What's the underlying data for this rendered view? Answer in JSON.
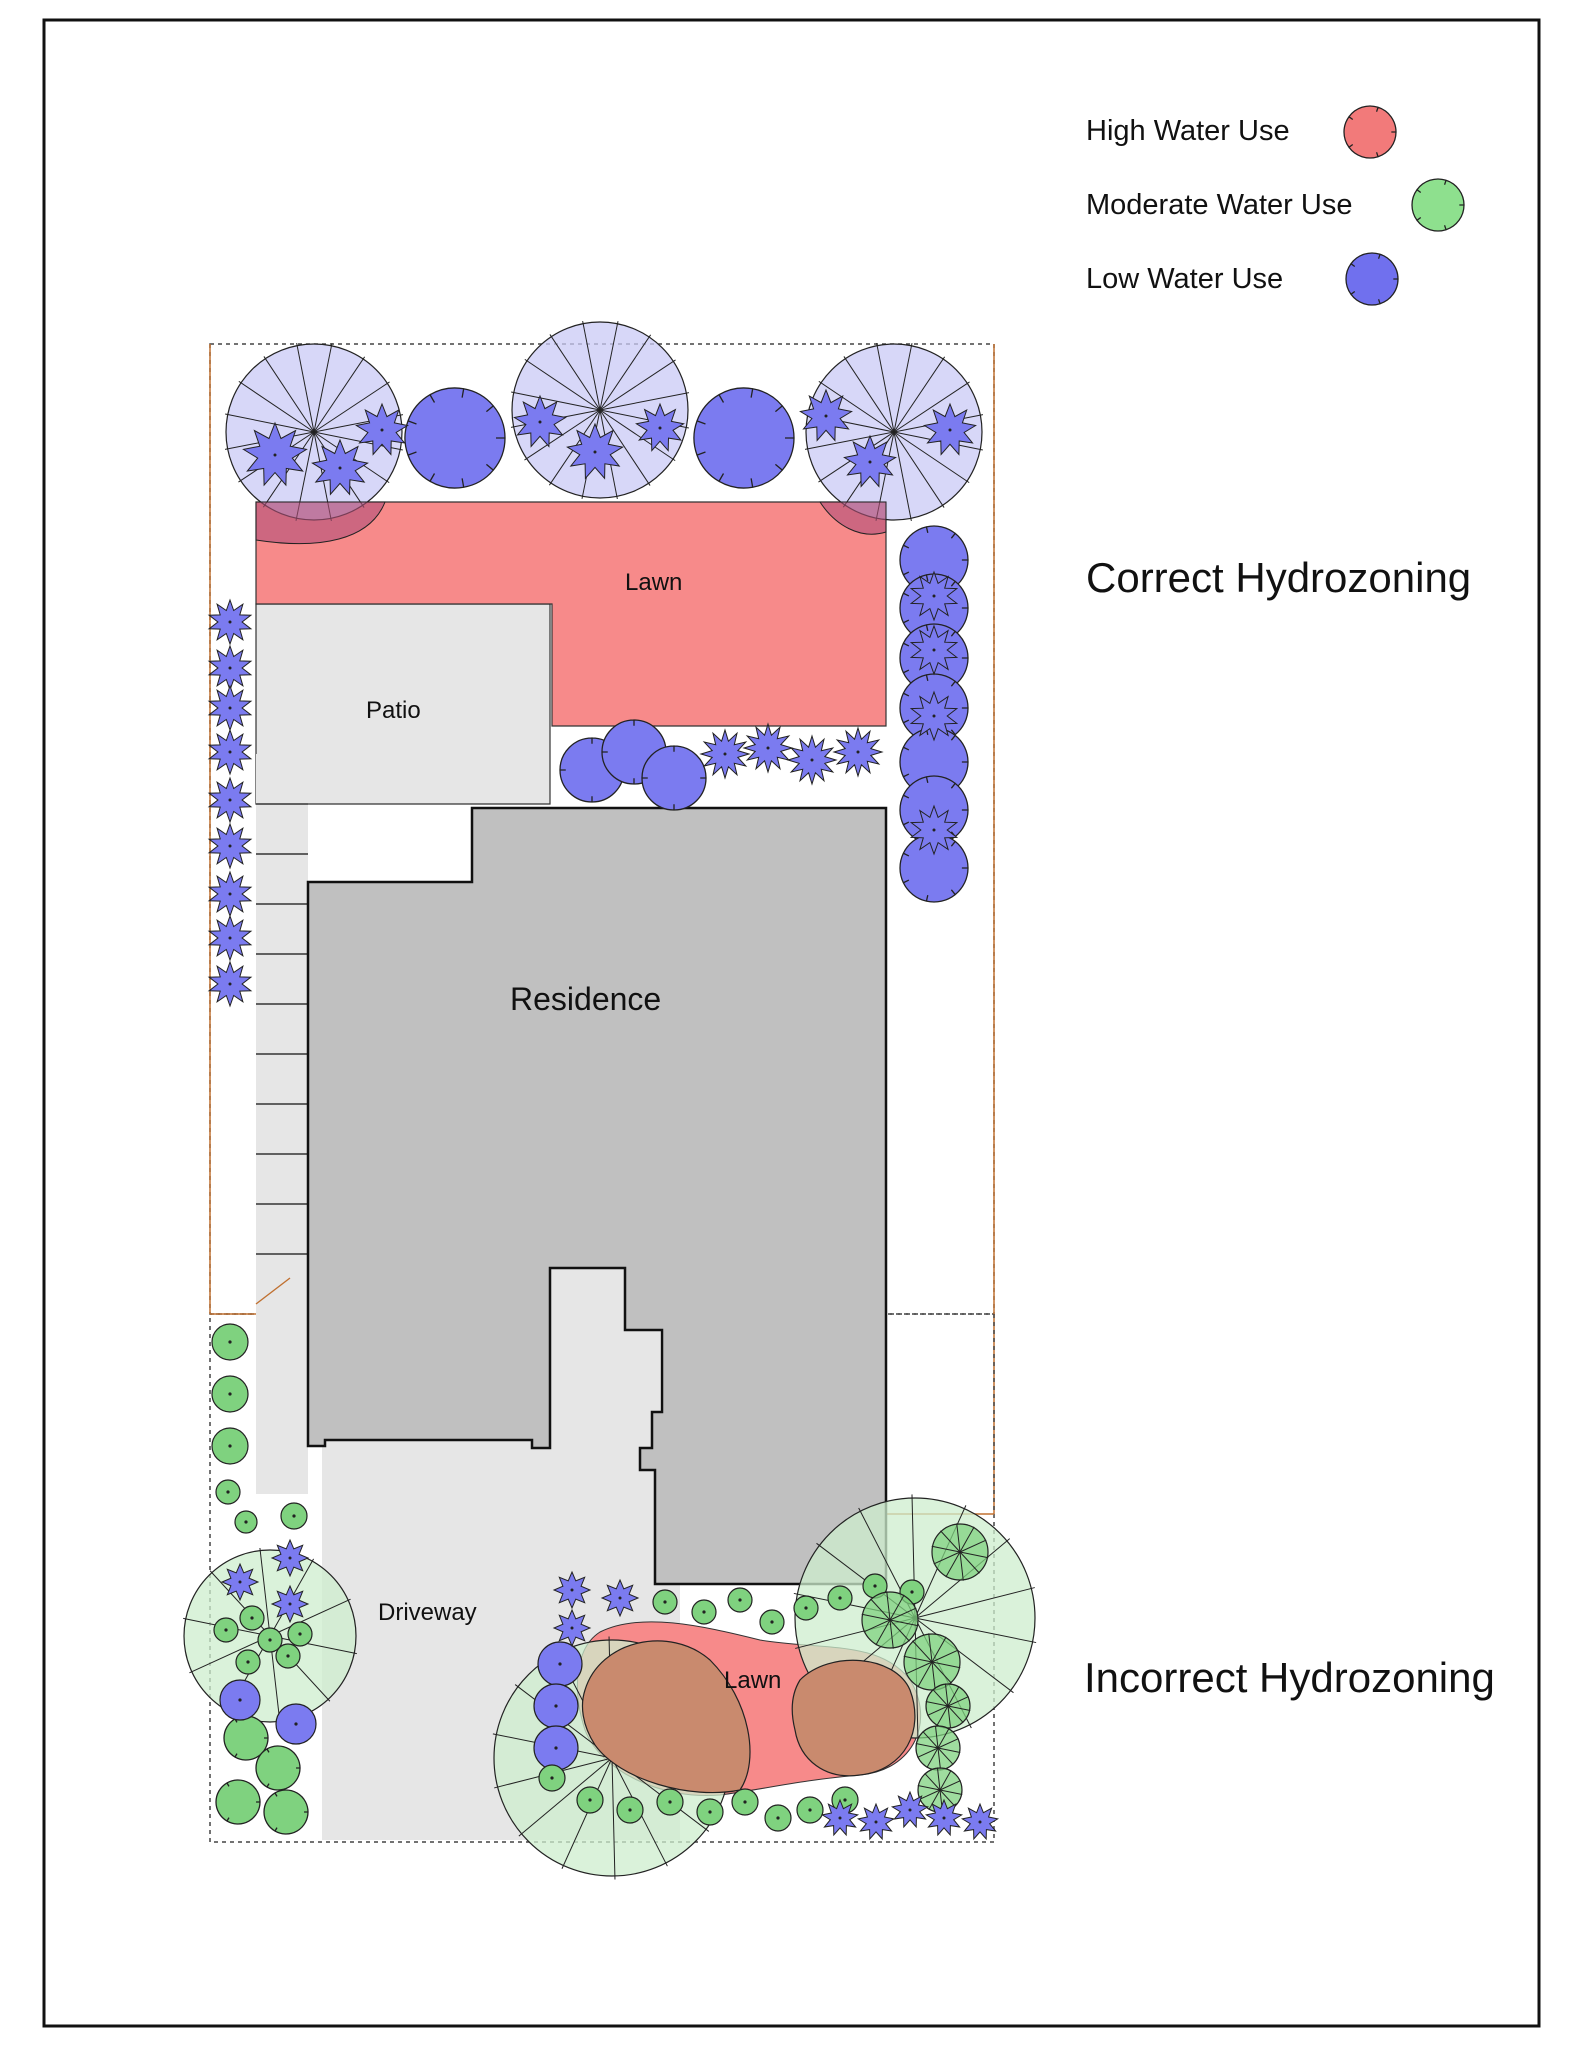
{
  "legend": {
    "items": [
      {
        "label": "High Water Use",
        "color": "#f27a7a"
      },
      {
        "label": "Moderate Water Use",
        "color": "#8ee08e"
      },
      {
        "label": "Low Water Use",
        "color": "#7070ee"
      }
    ]
  },
  "sections": {
    "correct": "Correct Hydrozoning",
    "incorrect": "Incorrect Hydrozoning"
  },
  "areas": {
    "lawn_top": "Lawn",
    "patio": "Patio",
    "residence": "Residence",
    "driveway": "Driveway",
    "lawn_bottom": "Lawn"
  },
  "colors": {
    "lawn": "#f78a8a",
    "paving": "#e6e6e6",
    "residence": "#c0c0c0",
    "low_fill": "#7b7bf0",
    "low_light": "#c9c9f5",
    "mod_fill": "#7fd27f",
    "mod_light": "#cdeecd",
    "overlap": "#c98a6e"
  }
}
